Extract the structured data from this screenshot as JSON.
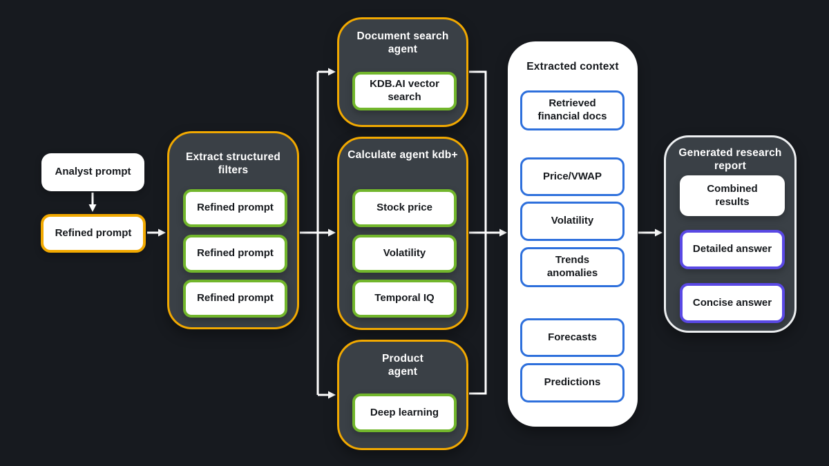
{
  "colors": {
    "background": "#171a1f",
    "panel_fill": "#3a4046",
    "accent_orange": "#f2a900",
    "accent_green": "#72b62c",
    "accent_blue": "#2e70dc",
    "accent_purple": "#5948e4",
    "connector_white": "#ffffff"
  },
  "flow": {
    "analyst_prompt": "Analyst prompt",
    "refined_prompt": "Refined prompt",
    "extract_filters": {
      "title": "Extract structured filters",
      "items": [
        "Refined prompt",
        "Refined prompt",
        "Refined prompt"
      ]
    },
    "agents": [
      {
        "title": "Document search agent",
        "items": [
          "KDB.AI vector search"
        ]
      },
      {
        "title": "Calculate agent kdb+",
        "items": [
          "Stock price",
          "Volatility",
          "Temporal IQ"
        ]
      },
      {
        "title": "Product agent",
        "items": [
          "Deep learning"
        ]
      }
    ],
    "extracted_context": {
      "title": "Extracted context",
      "items": [
        "Retrieved financial docs",
        "Price/VWAP",
        "Volatility",
        "Trends anomalies",
        "Forecasts",
        "Predictions"
      ]
    },
    "generated_report": {
      "title": "Generated research report",
      "items": [
        "Combined results",
        "Detailed answer",
        "Concise answer"
      ]
    }
  }
}
